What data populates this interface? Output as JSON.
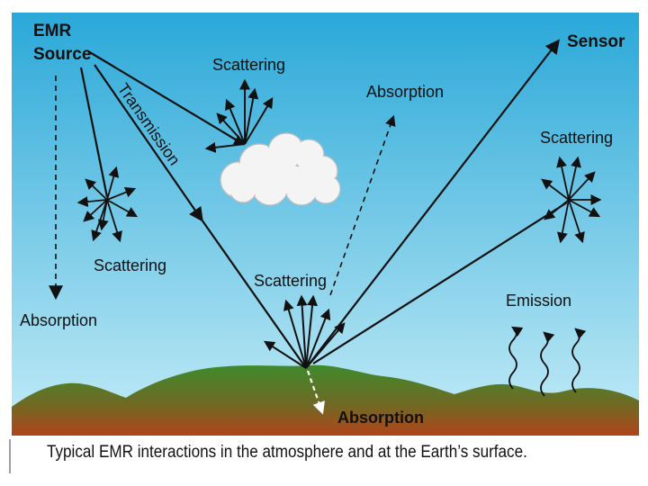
{
  "labels": {
    "emr_source_line1": "EMR",
    "emr_source_line2": "Source",
    "sensor": "Sensor",
    "transmission": "Transmission",
    "scattering_cloud": "Scattering",
    "absorption_sky": "Absorption",
    "scattering_right": "Scattering",
    "scattering_left": "Scattering",
    "scattering_ground": "Scattering",
    "absorption_left": "Absorption",
    "emission": "Emission",
    "absorption_ground": "Absorption"
  },
  "caption": "Typical EMR interactions in the atmosphere and at the Earth’s surface.",
  "colors": {
    "sky_top": "#2aa8d8",
    "sky_bottom": "#c4ecf7",
    "ground_top": "#3f8a2c",
    "ground_bottom": "#b1441b",
    "cloud": "#f4f4f4",
    "arrows": "#111111"
  }
}
